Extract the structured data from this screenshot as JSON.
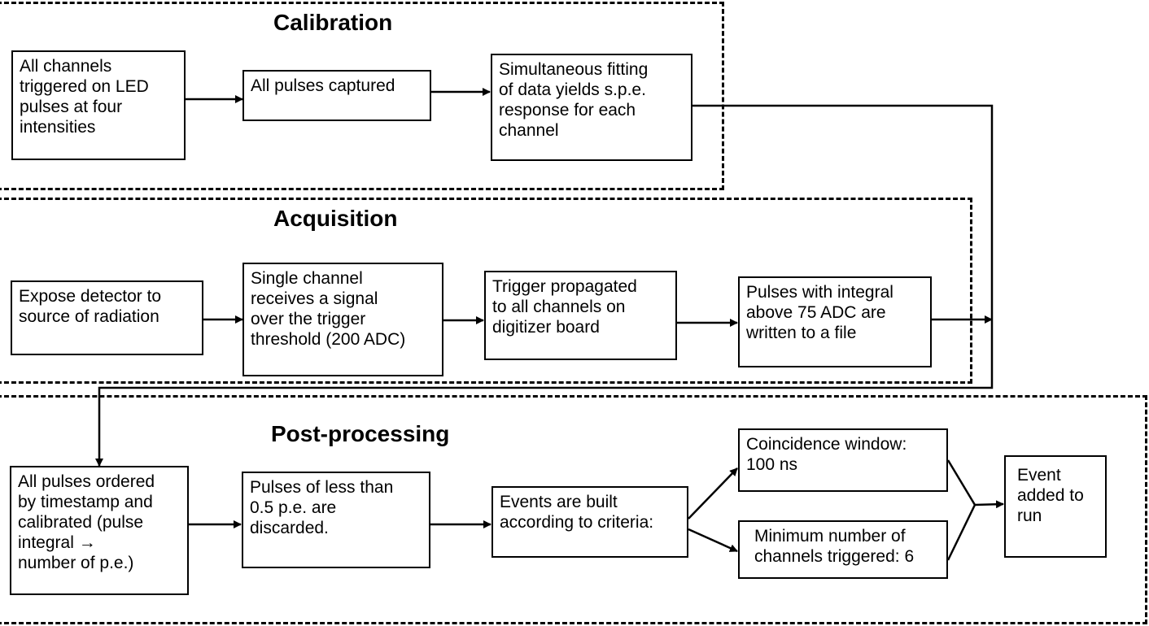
{
  "sections": {
    "calibration": "Calibration",
    "acquisition": "Acquisition",
    "post_processing": "Post-processing"
  },
  "calibration": {
    "step1": "All channels\ntriggered on LED\npulses at four\nintensities",
    "step2": "All pulses captured",
    "step3": "Simultaneous fitting\nof data yields s.p.e.\nresponse for each\nchannel"
  },
  "acquisition": {
    "step1": "Expose detector to\nsource of radiation",
    "step2": "Single channel\nreceives a signal\nover the trigger\nthreshold (200 ADC)",
    "step3": "Trigger propagated\nto all channels on\ndigitizer board",
    "step4": "Pulses with integral\nabove 75 ADC are\nwritten to a file"
  },
  "post_processing": {
    "step1": "All pulses ordered\nby timestamp and\ncalibrated (pulse\nintegral →\nnumber of p.e.)",
    "step2": "Pulses of less than\n0.5 p.e. are\ndiscarded.",
    "step3": "Events are built\naccording to criteria:",
    "criterion1": "Coincidence window:\n100 ns",
    "criterion2": "Minimum number of\nchannels triggered: 6",
    "result": "Event\nadded to\nrun"
  }
}
